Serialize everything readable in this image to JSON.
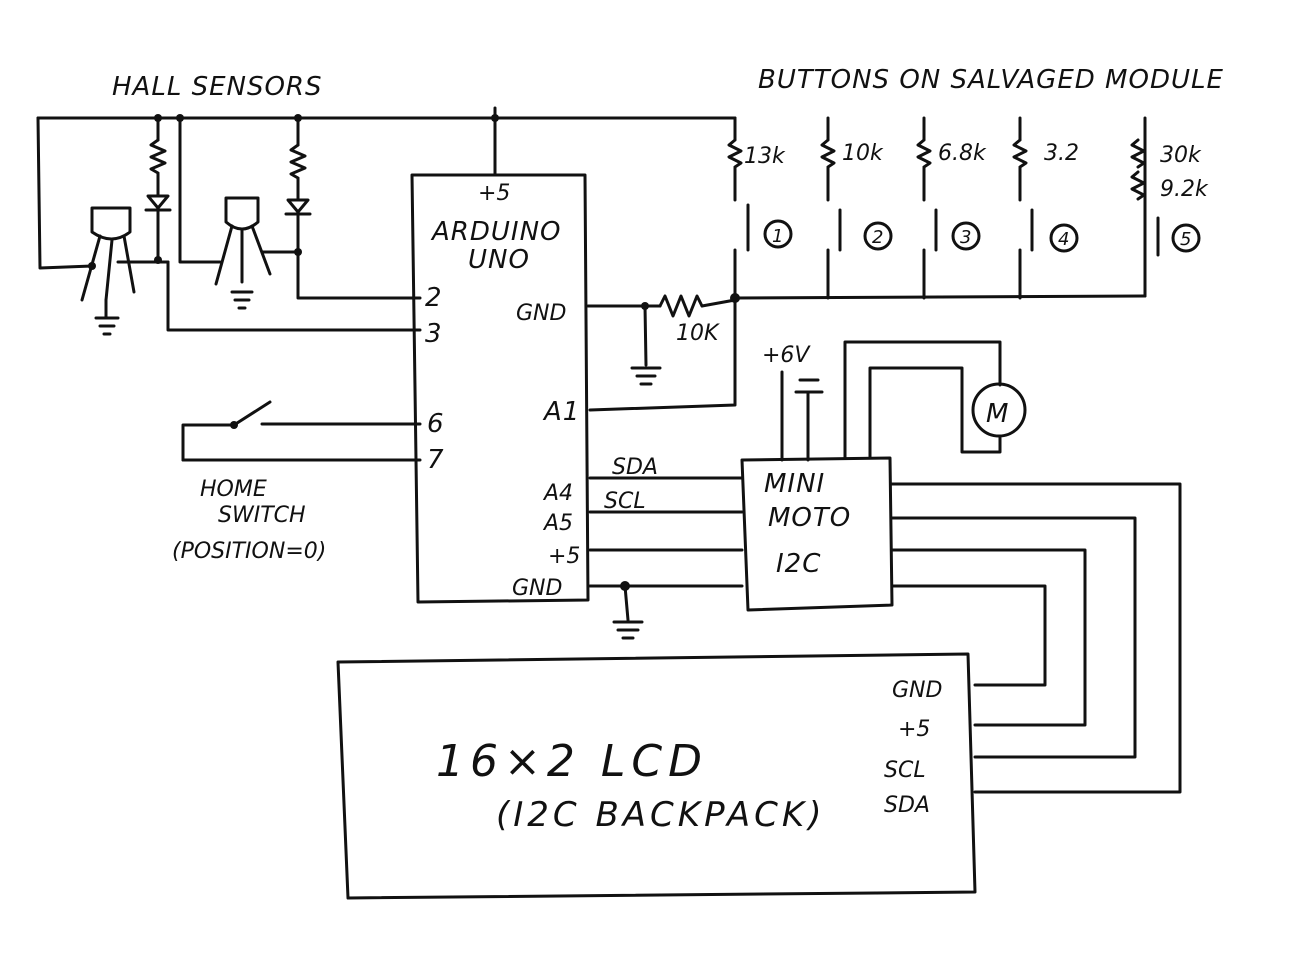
{
  "labels": {
    "hall_sensors": "HALL SENSORS",
    "buttons_title": "BUTTONS ON SALVAGED MODULE",
    "arduino_plus5_top": "+5",
    "arduino_name_1": "ARDUINO",
    "arduino_name_2": "UNO",
    "pin_2": "2",
    "pin_3": "3",
    "pin_6": "6",
    "pin_7": "7",
    "pin_gnd_top": "GND",
    "pin_a1": "A1",
    "pin_a4": "A4",
    "pin_a5": "A5",
    "pin_plus5_bottom": "+5",
    "pin_gnd_bottom": "GND",
    "sda": "SDA",
    "scl": "SCL",
    "r_10k": "10K",
    "plus6v": "+6V",
    "motor": "M",
    "home_switch_1": "HOME",
    "home_switch_2": "SWITCH",
    "home_switch_3": "(POSITION=0)",
    "motor_driver_1": "MINI",
    "motor_driver_2": "MOTO",
    "motor_driver_3": "I2C",
    "lcd_1": "16×2 LCD",
    "lcd_2": "(I2C BACKPACK)",
    "lcd_gnd": "GND",
    "lcd_plus5": "+5",
    "lcd_scl": "SCL",
    "lcd_sda": "SDA"
  },
  "buttons": [
    {
      "resistor": "13k",
      "number": "1"
    },
    {
      "resistor": "10k",
      "number": "2"
    },
    {
      "resistor": "6.8k",
      "number": "3"
    },
    {
      "resistor": "3.2",
      "number": "4"
    },
    {
      "resistor": "30k",
      "resistor2": "9.2k",
      "number": "5"
    }
  ]
}
